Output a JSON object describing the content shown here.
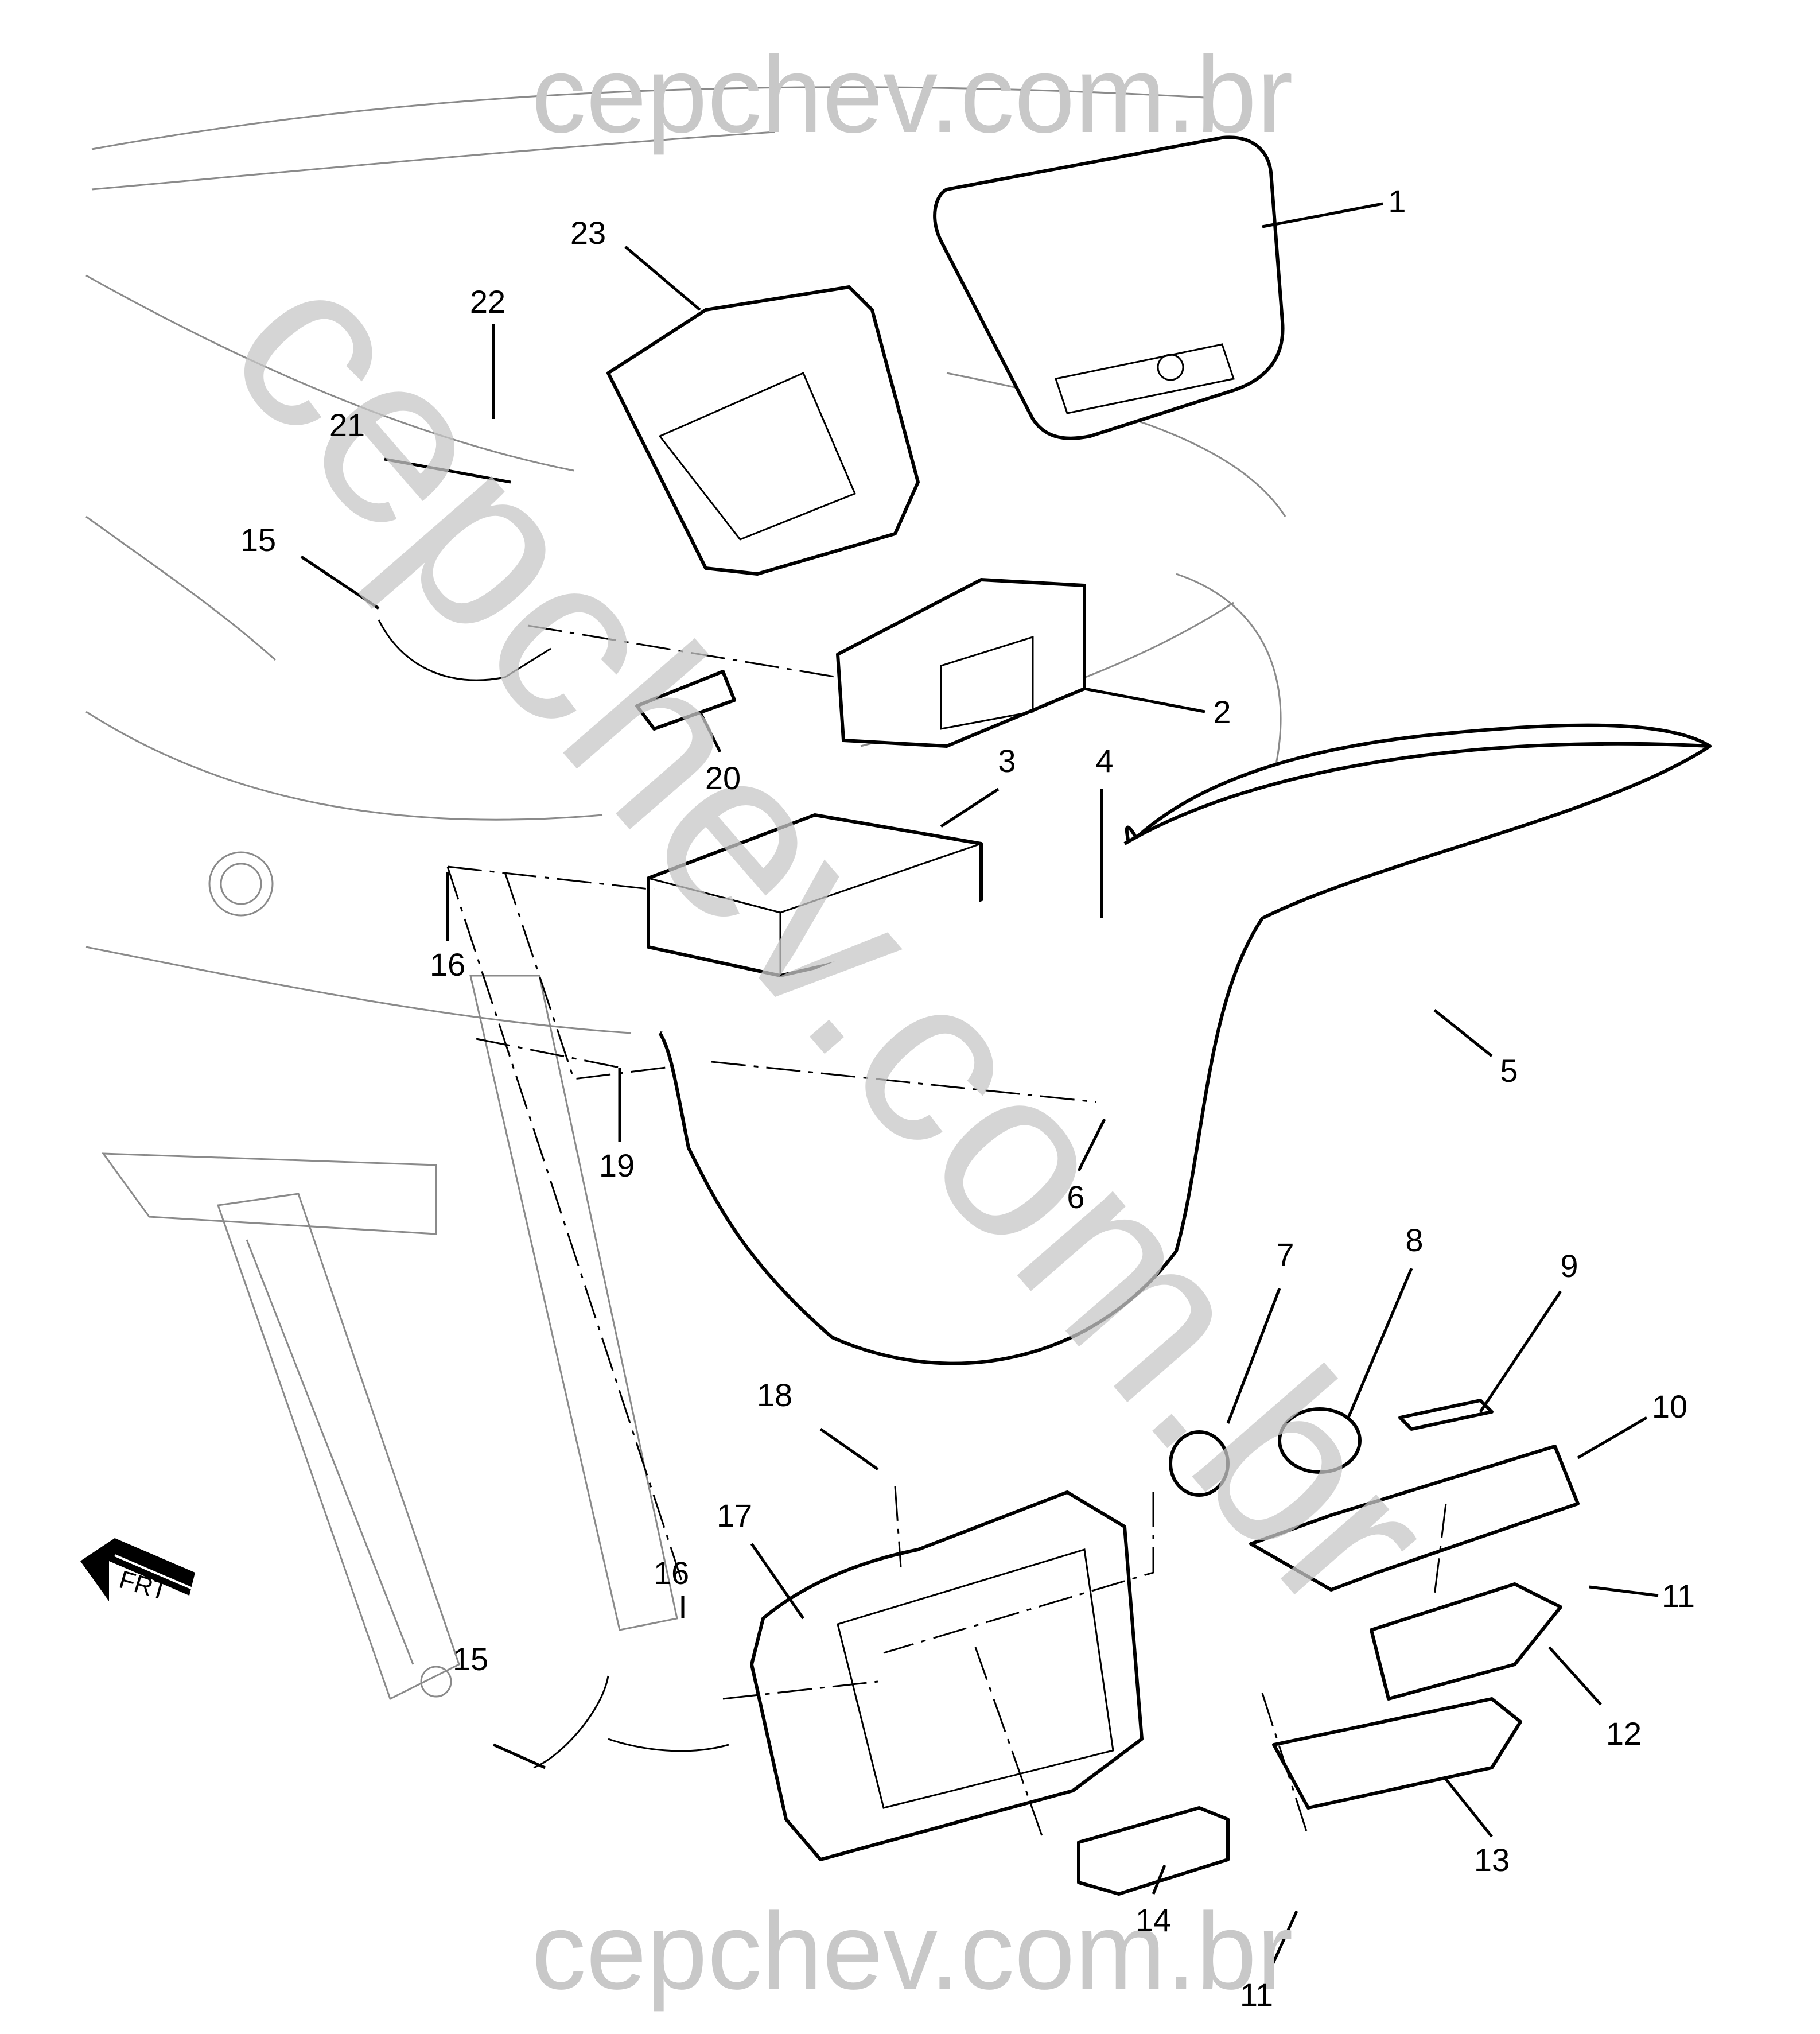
{
  "watermarks": {
    "top": "cepchev.com.br",
    "bottom": "cepchev.com.br",
    "diagonal": "cepchev.com.br"
  },
  "direction_marker": {
    "label": "FRT"
  },
  "callouts": [
    "1",
    "2",
    "3",
    "4",
    "5",
    "6",
    "7",
    "8",
    "9",
    "10",
    "11",
    "11",
    "12",
    "13",
    "14",
    "15",
    "15",
    "16",
    "16",
    "17",
    "18",
    "19",
    "20",
    "21",
    "22",
    "23"
  ],
  "colors": {
    "ink": "#000000",
    "watermark": "#c8c8c8",
    "background_lines": "#8a8a8a"
  }
}
